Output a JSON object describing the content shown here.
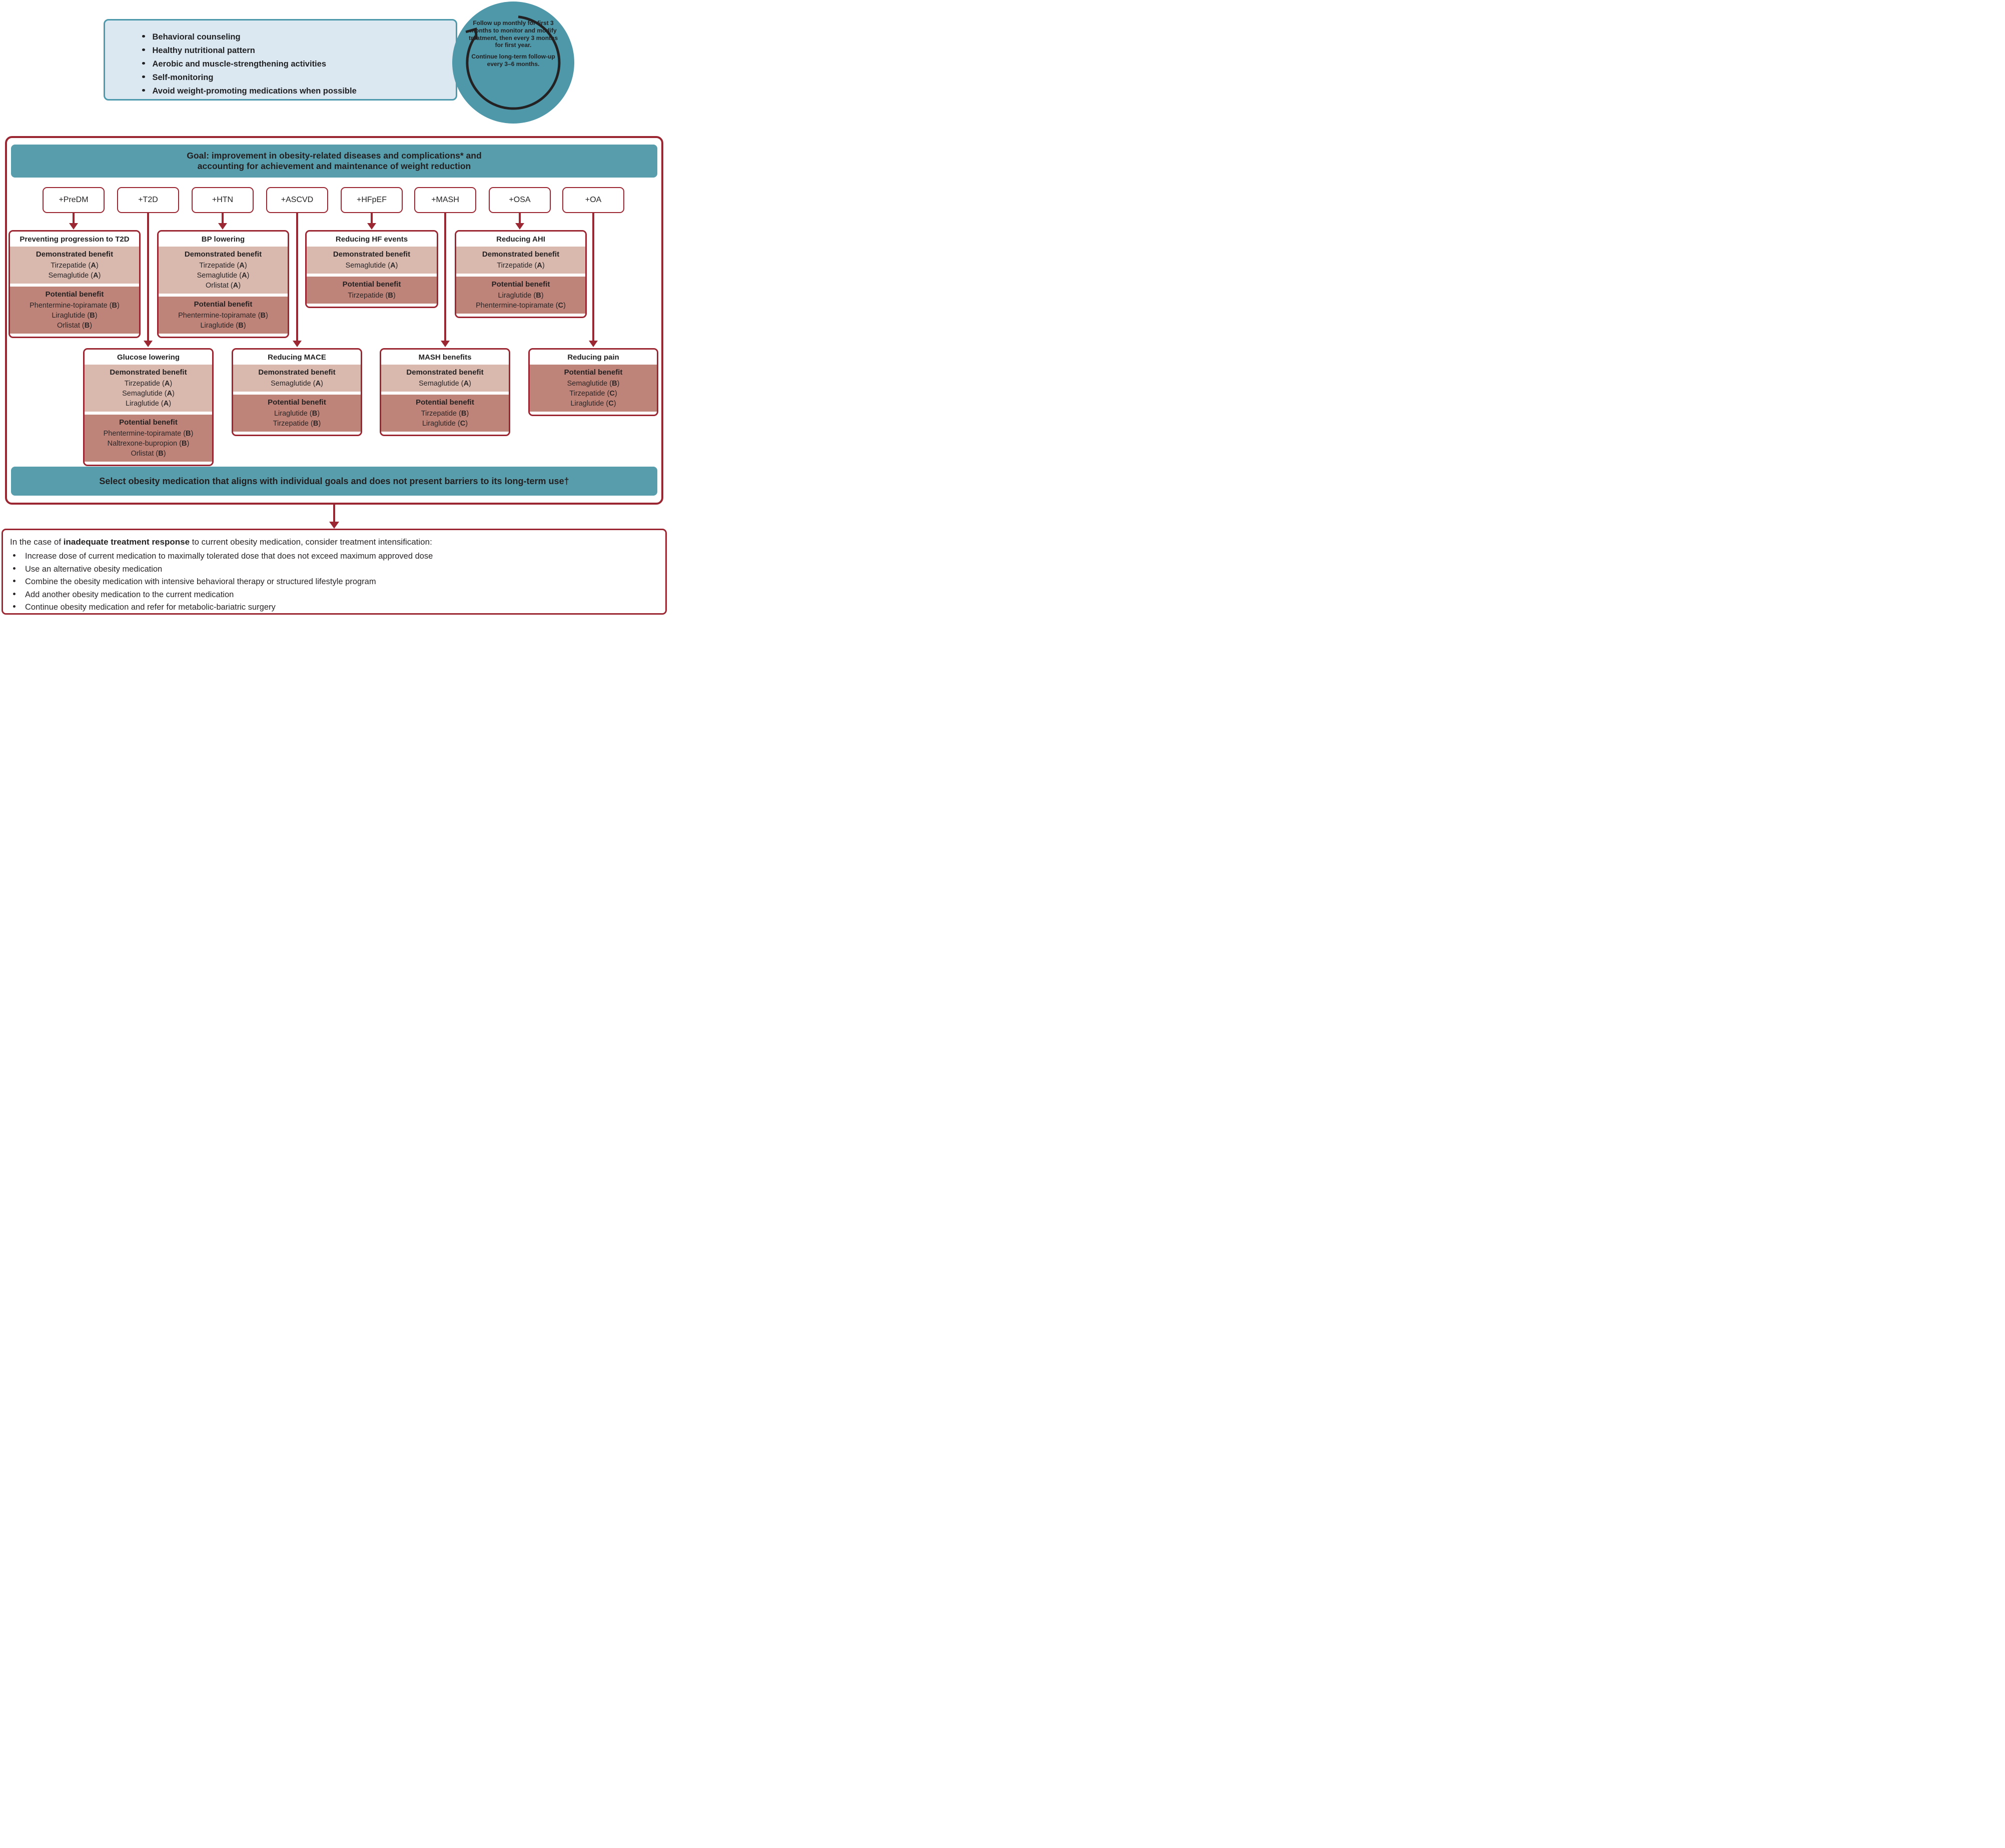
{
  "lifestyle": {
    "items": [
      "Behavioral counseling",
      "Healthy nutritional pattern",
      "Aerobic and muscle-strengthening activities",
      "Self-monitoring",
      "Avoid weight-promoting medications when possible"
    ]
  },
  "follow_up": {
    "text1": "Follow up monthly for first 3 months to monitor and modify treatment, then every 3 months for first year.",
    "text2": "Continue long-term follow-up every 3–6 months."
  },
  "goal": {
    "line1": "Goal: improvement in obesity-related diseases and complications* and",
    "line2": "accounting for achievement and maintenance of weight reduction"
  },
  "tags": [
    {
      "label": "+PreDM"
    },
    {
      "label": "+T2D"
    },
    {
      "label": "+HTN"
    },
    {
      "label": "+ASCVD"
    },
    {
      "label": "+HFpEF"
    },
    {
      "label": "+MASH"
    },
    {
      "label": "+OSA"
    },
    {
      "label": "+OA"
    }
  ],
  "section_labels": {
    "demonstrated": "Demonstrated benefit",
    "potential": "Potential benefit"
  },
  "boxes": {
    "prevent_t2d": {
      "title": "Preventing progression to T2D",
      "demonstrated": [
        [
          "Tirzepatide",
          "A"
        ],
        [
          "Semaglutide",
          "A"
        ]
      ],
      "potential": [
        [
          "Phentermine-topiramate",
          "B"
        ],
        [
          "Liraglutide",
          "B"
        ],
        [
          "Orlistat",
          "B"
        ]
      ]
    },
    "bp_lowering": {
      "title": "BP lowering",
      "demonstrated": [
        [
          "Tirzepatide",
          "A"
        ],
        [
          "Semaglutide",
          "A"
        ],
        [
          "Orlistat",
          "A"
        ]
      ],
      "potential": [
        [
          "Phentermine-topiramate",
          "B"
        ],
        [
          "Liraglutide",
          "B"
        ]
      ]
    },
    "hf_events": {
      "title": "Reducing HF events",
      "demonstrated": [
        [
          "Semaglutide",
          "A"
        ]
      ],
      "potential": [
        [
          "Tirzepatide",
          "B"
        ]
      ]
    },
    "reducing_ahi": {
      "title": "Reducing AHI",
      "demonstrated": [
        [
          "Tirzepatide",
          "A"
        ]
      ],
      "potential": [
        [
          "Liraglutide",
          "B"
        ],
        [
          "Phentermine-topiramate",
          "C"
        ]
      ]
    },
    "glucose_lowering": {
      "title": "Glucose lowering",
      "demonstrated": [
        [
          "Tirzepatide",
          "A"
        ],
        [
          "Semaglutide",
          "A"
        ],
        [
          "Liraglutide",
          "A"
        ]
      ],
      "potential": [
        [
          "Phentermine-topiramate",
          "B"
        ],
        [
          "Naltrexone-bupropion",
          "B"
        ],
        [
          "Orlistat",
          "B"
        ]
      ]
    },
    "reducing_mace": {
      "title": "Reducing MACE",
      "demonstrated": [
        [
          "Semaglutide",
          "A"
        ]
      ],
      "potential": [
        [
          "Liraglutide",
          "B"
        ],
        [
          "Tirzepatide",
          "B"
        ]
      ]
    },
    "mash_benefits": {
      "title": "MASH benefits",
      "demonstrated": [
        [
          "Semaglutide",
          "A"
        ]
      ],
      "potential": [
        [
          "Tirzepatide",
          "B"
        ],
        [
          "Liraglutide",
          "C"
        ]
      ]
    },
    "reducing_pain": {
      "title": "Reducing pain",
      "potential": [
        [
          "Semaglutide",
          "B"
        ],
        [
          "Tirzepatide",
          "C"
        ],
        [
          "Liraglutide",
          "C"
        ]
      ]
    }
  },
  "select_bar": {
    "text": "Select obesity medication that aligns with individual goals and does not present barriers to its long-term use†"
  },
  "bottom": {
    "intro_prefix": "In the case of ",
    "intro_bold": "inadequate treatment response",
    "intro_suffix": " to current obesity medication, consider treatment intensification:",
    "bullets": [
      "Increase dose of current medication to maximally tolerated dose that does not exceed maximum approved dose",
      "Use an alternative obesity medication",
      "Combine the obesity medication with intensive behavioral therapy or structured lifestyle program",
      "Add another obesity medication to the current medication",
      "Continue obesity medication and refer for metabolic-bariatric surgery"
    ]
  },
  "colors": {
    "maroon": "#9b2733",
    "teal_bar": "#579dac",
    "circle_teal": "#4f98a9",
    "lifestyle_fill": "#dce8f1",
    "lifestyle_border": "#4e9aac",
    "demonstrated_bg": "#d9b8ae",
    "potential_bg": "#bf8479",
    "text_dark": "#232122"
  }
}
